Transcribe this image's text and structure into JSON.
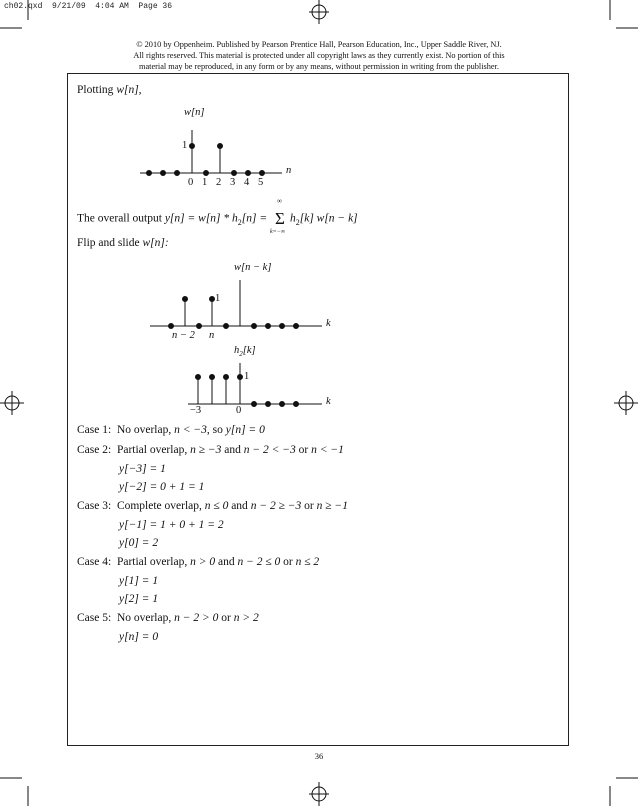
{
  "slug": "ch02.qxd  9/21/09  4:04 AM  Page 36",
  "copyright": {
    "line1": "© 2010 by Oppenheim. Published by Pearson Prentice Hall, Pearson Education, Inc., Upper Saddle River, NJ.",
    "line2": "All rights reserved. This material is protected under all copyright laws as they currently exist. No portion of this",
    "line3": "material may be reproduced, in any form or by any means, without permission in writing from the publisher."
  },
  "plotting": {
    "text": "Plotting ",
    "expr": "w[n],"
  },
  "plot1": {
    "ylabel": "w[n]",
    "xlabel": "n",
    "value_label": "1",
    "ticks": [
      "0",
      "1",
      "2",
      "3",
      "4",
      "5"
    ]
  },
  "overall": {
    "text": "The overall output ",
    "expr": "y[n] = w[n] * h",
    "sub": "2",
    "expr2": "[n] = ",
    "sum_top": "∞",
    "sum_bottom": "k=−∞",
    "tail": "h",
    "tail_sub": "2",
    "tail2": "[k] w[n − k]"
  },
  "flip": {
    "text": "Flip and slide ",
    "expr": "w[n]:"
  },
  "plot2": {
    "ylabel": "w[n − k]",
    "xlabel": "k",
    "value_label": "1",
    "tick_a": "n − 2",
    "tick_b": "n"
  },
  "plot3": {
    "ylabel": "h",
    "ylabel_sub": "2",
    "ylabel_tail": "[k]",
    "xlabel": "k",
    "value_label": "1",
    "tick_a": "−3",
    "tick_b": "0"
  },
  "cases": {
    "c1": {
      "label": "Case 1:",
      "text": "No overlap, ",
      "cond": "n < −3",
      "mid": ", so ",
      "res": "y[n] = 0"
    },
    "c2": {
      "label": "Case 2:",
      "text": "Partial overlap, ",
      "cond": "n ≥ −3",
      "and": " and ",
      "cond2": "n − 2 < −3",
      "or": " or ",
      "cond3": "n < −1",
      "eq1": "y[−3] = 1",
      "eq2": "y[−2] = 0 + 1 = 1"
    },
    "c3": {
      "label": "Case 3:",
      "text": "Complete overlap, ",
      "cond": "n ≤ 0",
      "and": " and ",
      "cond2": "n − 2 ≥ −3",
      "or": " or ",
      "cond3": "n ≥ −1",
      "eq1": "y[−1] = 1 + 0 + 1 = 2",
      "eq2": "y[0] = 2"
    },
    "c4": {
      "label": "Case 4:",
      "text": "Partial overlap, ",
      "cond": "n > 0",
      "and": " and ",
      "cond2": "n − 2 ≤ 0",
      "or": " or ",
      "cond3": "n ≤ 2",
      "eq1": "y[1] = 1",
      "eq2": "y[2] = 1"
    },
    "c5": {
      "label": "Case 5:",
      "text": "No overlap, ",
      "cond": "n − 2 > 0",
      "or": " or ",
      "cond3": "n > 2",
      "eq1": "y[n] = 0"
    }
  },
  "page_number": "36"
}
